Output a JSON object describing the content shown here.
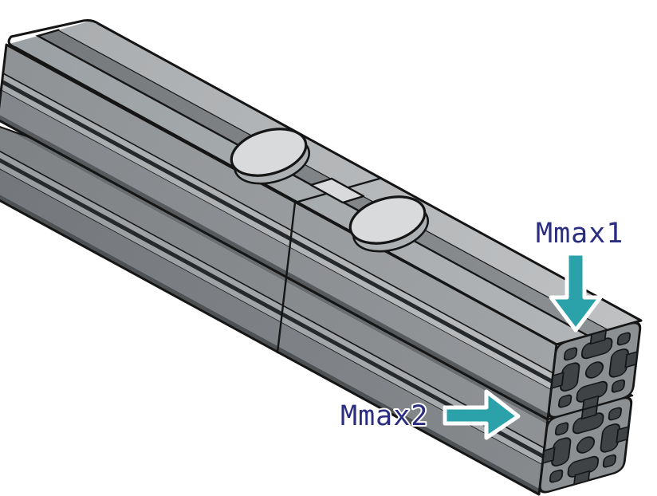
{
  "labels": {
    "mmax1": "Mmax1",
    "mmax2": "Mmax2"
  },
  "colors": {
    "background": "#ffffff",
    "label_text": "#2b2e80",
    "arrow_fill": "#2ba2aa",
    "arrow_outline": "#ffffff",
    "profile_light": "#b6b8ba",
    "profile_mid": "#96999c",
    "profile_dark": "#515457",
    "outline": "#151515",
    "fastener_disc": "#d9dadb"
  },
  "icons": {
    "mmax1_arrow": "arrow-down",
    "mmax2_arrow": "arrow-right"
  }
}
